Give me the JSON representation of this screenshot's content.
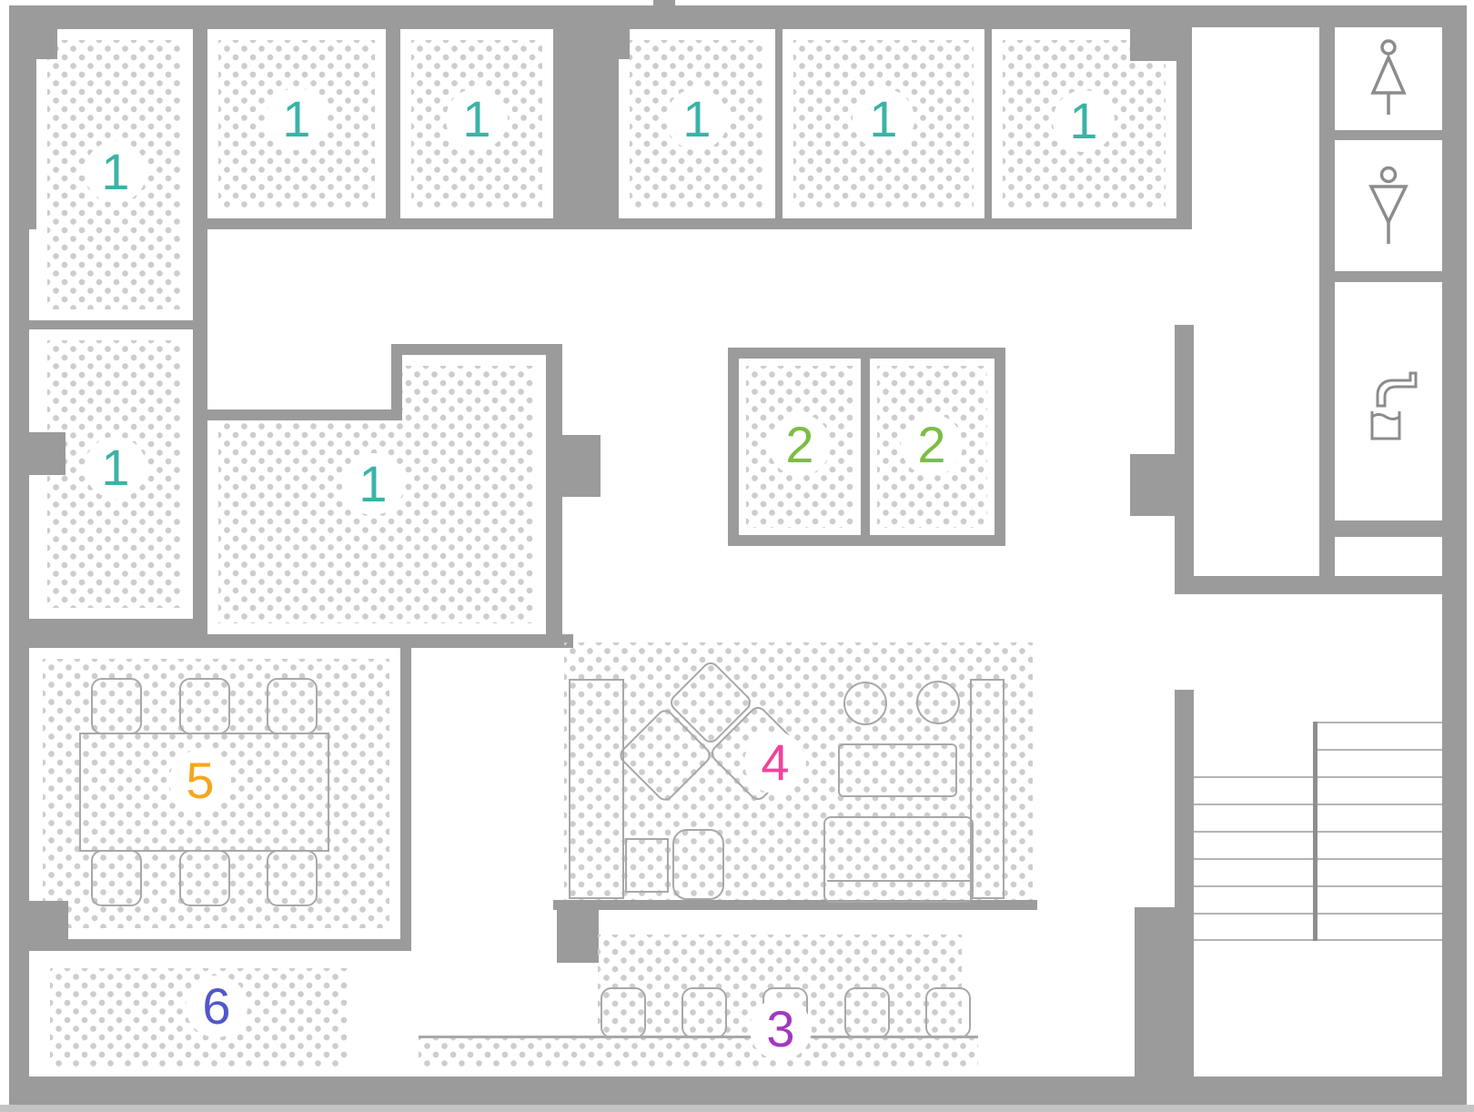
{
  "plan": {
    "title": "office floor plan",
    "wall_color": "#9b9b9b",
    "dot_color": "#cdcdcd",
    "furniture_outline_color": "#a8a8a8",
    "labels": [
      {
        "id": "office-1-tall",
        "text": "1",
        "color": "#3ab3a7"
      },
      {
        "id": "office-1-top-2",
        "text": "1",
        "color": "#3ab3a7"
      },
      {
        "id": "office-1-top-3",
        "text": "1",
        "color": "#3ab3a7"
      },
      {
        "id": "office-1-top-4",
        "text": "1",
        "color": "#3ab3a7"
      },
      {
        "id": "office-1-top-5",
        "text": "1",
        "color": "#3ab3a7"
      },
      {
        "id": "office-1-top-6",
        "text": "1",
        "color": "#3ab3a7"
      },
      {
        "id": "office-1-left",
        "text": "1",
        "color": "#3ab3a7"
      },
      {
        "id": "office-1-lshape",
        "text": "1",
        "color": "#3ab3a7"
      },
      {
        "id": "booth-2-left",
        "text": "2",
        "color": "#7cbe44"
      },
      {
        "id": "booth-2-right",
        "text": "2",
        "color": "#7cbe44"
      },
      {
        "id": "bar-3",
        "text": "3",
        "color": "#a238c2"
      },
      {
        "id": "lounge-4",
        "text": "4",
        "color": "#f2439b"
      },
      {
        "id": "meeting-5",
        "text": "5",
        "color": "#f6a61f"
      },
      {
        "id": "break-6",
        "text": "6",
        "color": "#5157c9"
      }
    ],
    "icons": [
      {
        "name": "female-restroom-icon"
      },
      {
        "name": "male-restroom-icon"
      },
      {
        "name": "water-fountain-icon"
      }
    ]
  }
}
